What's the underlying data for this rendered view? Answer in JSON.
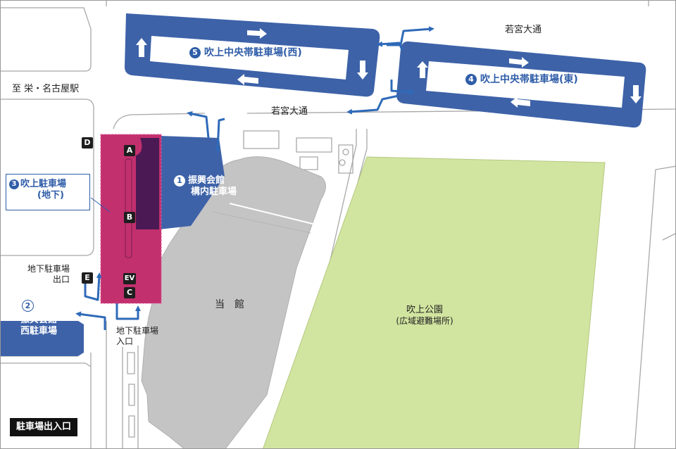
{
  "streets": {
    "north": "若宮大通",
    "middle": "若宮大通",
    "direction_west": "至 栄・名古屋駅"
  },
  "parking": {
    "p1": {
      "number": "1",
      "line1": "振興会館",
      "line2": "構内駐車場"
    },
    "p2": {
      "number": "2",
      "line1": "振興会館",
      "line2": "西駐車場"
    },
    "p3": {
      "number": "3",
      "line1": "吹上駐車場",
      "line2": "(地下)"
    },
    "p4": {
      "number": "4",
      "name": "吹上中央帯駐車場(東)"
    },
    "p5": {
      "number": "5",
      "name": "吹上中央帯駐車場(西)"
    }
  },
  "gates": [
    "A",
    "B",
    "C",
    "D",
    "E",
    "EV"
  ],
  "underground_exit": {
    "line1": "地下駐車場",
    "line2": "出口"
  },
  "underground_entrance": {
    "line1": "地下駐車場",
    "line2": "入口"
  },
  "building": "当　館",
  "park": {
    "name": "吹上公園",
    "note": "(広域避難場所)"
  },
  "legend": "駐車場出入口",
  "colors": {
    "parking_blue": "#3d62a8",
    "arrow_blue": "#2f6ab8",
    "underground_magenta": "#c2306e",
    "dark_purple": "#4b1a55",
    "park_green": "#d2e5a0",
    "building_gray": "#c4c4c4",
    "road_line": "#a8a8a8"
  }
}
